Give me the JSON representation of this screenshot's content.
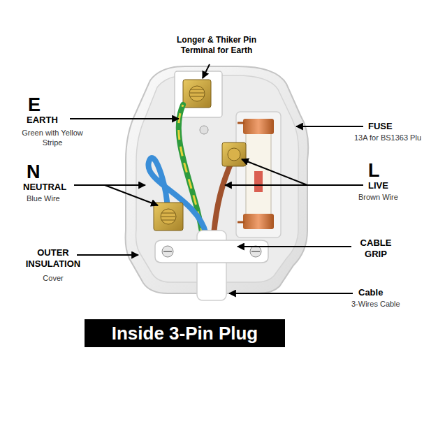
{
  "diagram": {
    "title": "Inside 3-Pin Plug",
    "labels": [
      "Longer & Thiker Pin Terminal for Earth",
      "E",
      "EARTH",
      "Green with Yellow Stripe",
      "N",
      "NEUTRAL",
      "Blue Wire",
      "OUTER INSULATION",
      "Cover",
      "FUSE",
      "13A for BS1363 Plu",
      "L",
      "LIVE",
      "Brown Wire",
      "CABLE GRIP",
      "Cable",
      "3-Wires Cable"
    ]
  }
}
